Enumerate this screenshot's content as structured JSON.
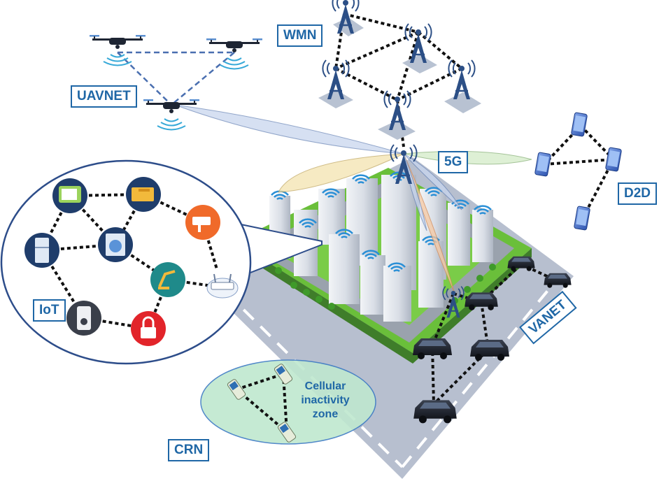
{
  "labels": {
    "uavnet": "UAVNET",
    "wmn": "WMN",
    "fiveg": "5G",
    "d2d": "D2D",
    "iot": "IoT",
    "vanet": "VANET",
    "crn": "CRN"
  },
  "cellular_zone": {
    "text": "Cellular\ninactivity\nzone"
  },
  "colors": {
    "label_border": "#1f67a6",
    "label_text": "#1f67a6",
    "dotted_link": "#111111",
    "uav_link": "#4a6fb0",
    "beam_blue": "#c9d6ee",
    "beam_yellow": "#f3e3b0",
    "beam_green": "#d4ecc8",
    "beam_orange": "#f6c9a3",
    "road": "#b7bfcf",
    "grass": "#6abf3a",
    "zone_fill": "#bfe8cf",
    "iot_circle_border": "#2d4d8a"
  },
  "icons": {
    "uav": "drone-icon",
    "tower": "cell-tower-icon",
    "phone": "smartphone-icon",
    "car": "car-icon",
    "router": "wifi-router-icon",
    "iot_devices": [
      "tv-icon",
      "battery-icon",
      "camera-icon",
      "fridge-icon",
      "washer-icon",
      "lamp-icon",
      "remote-icon",
      "lock-icon"
    ]
  }
}
